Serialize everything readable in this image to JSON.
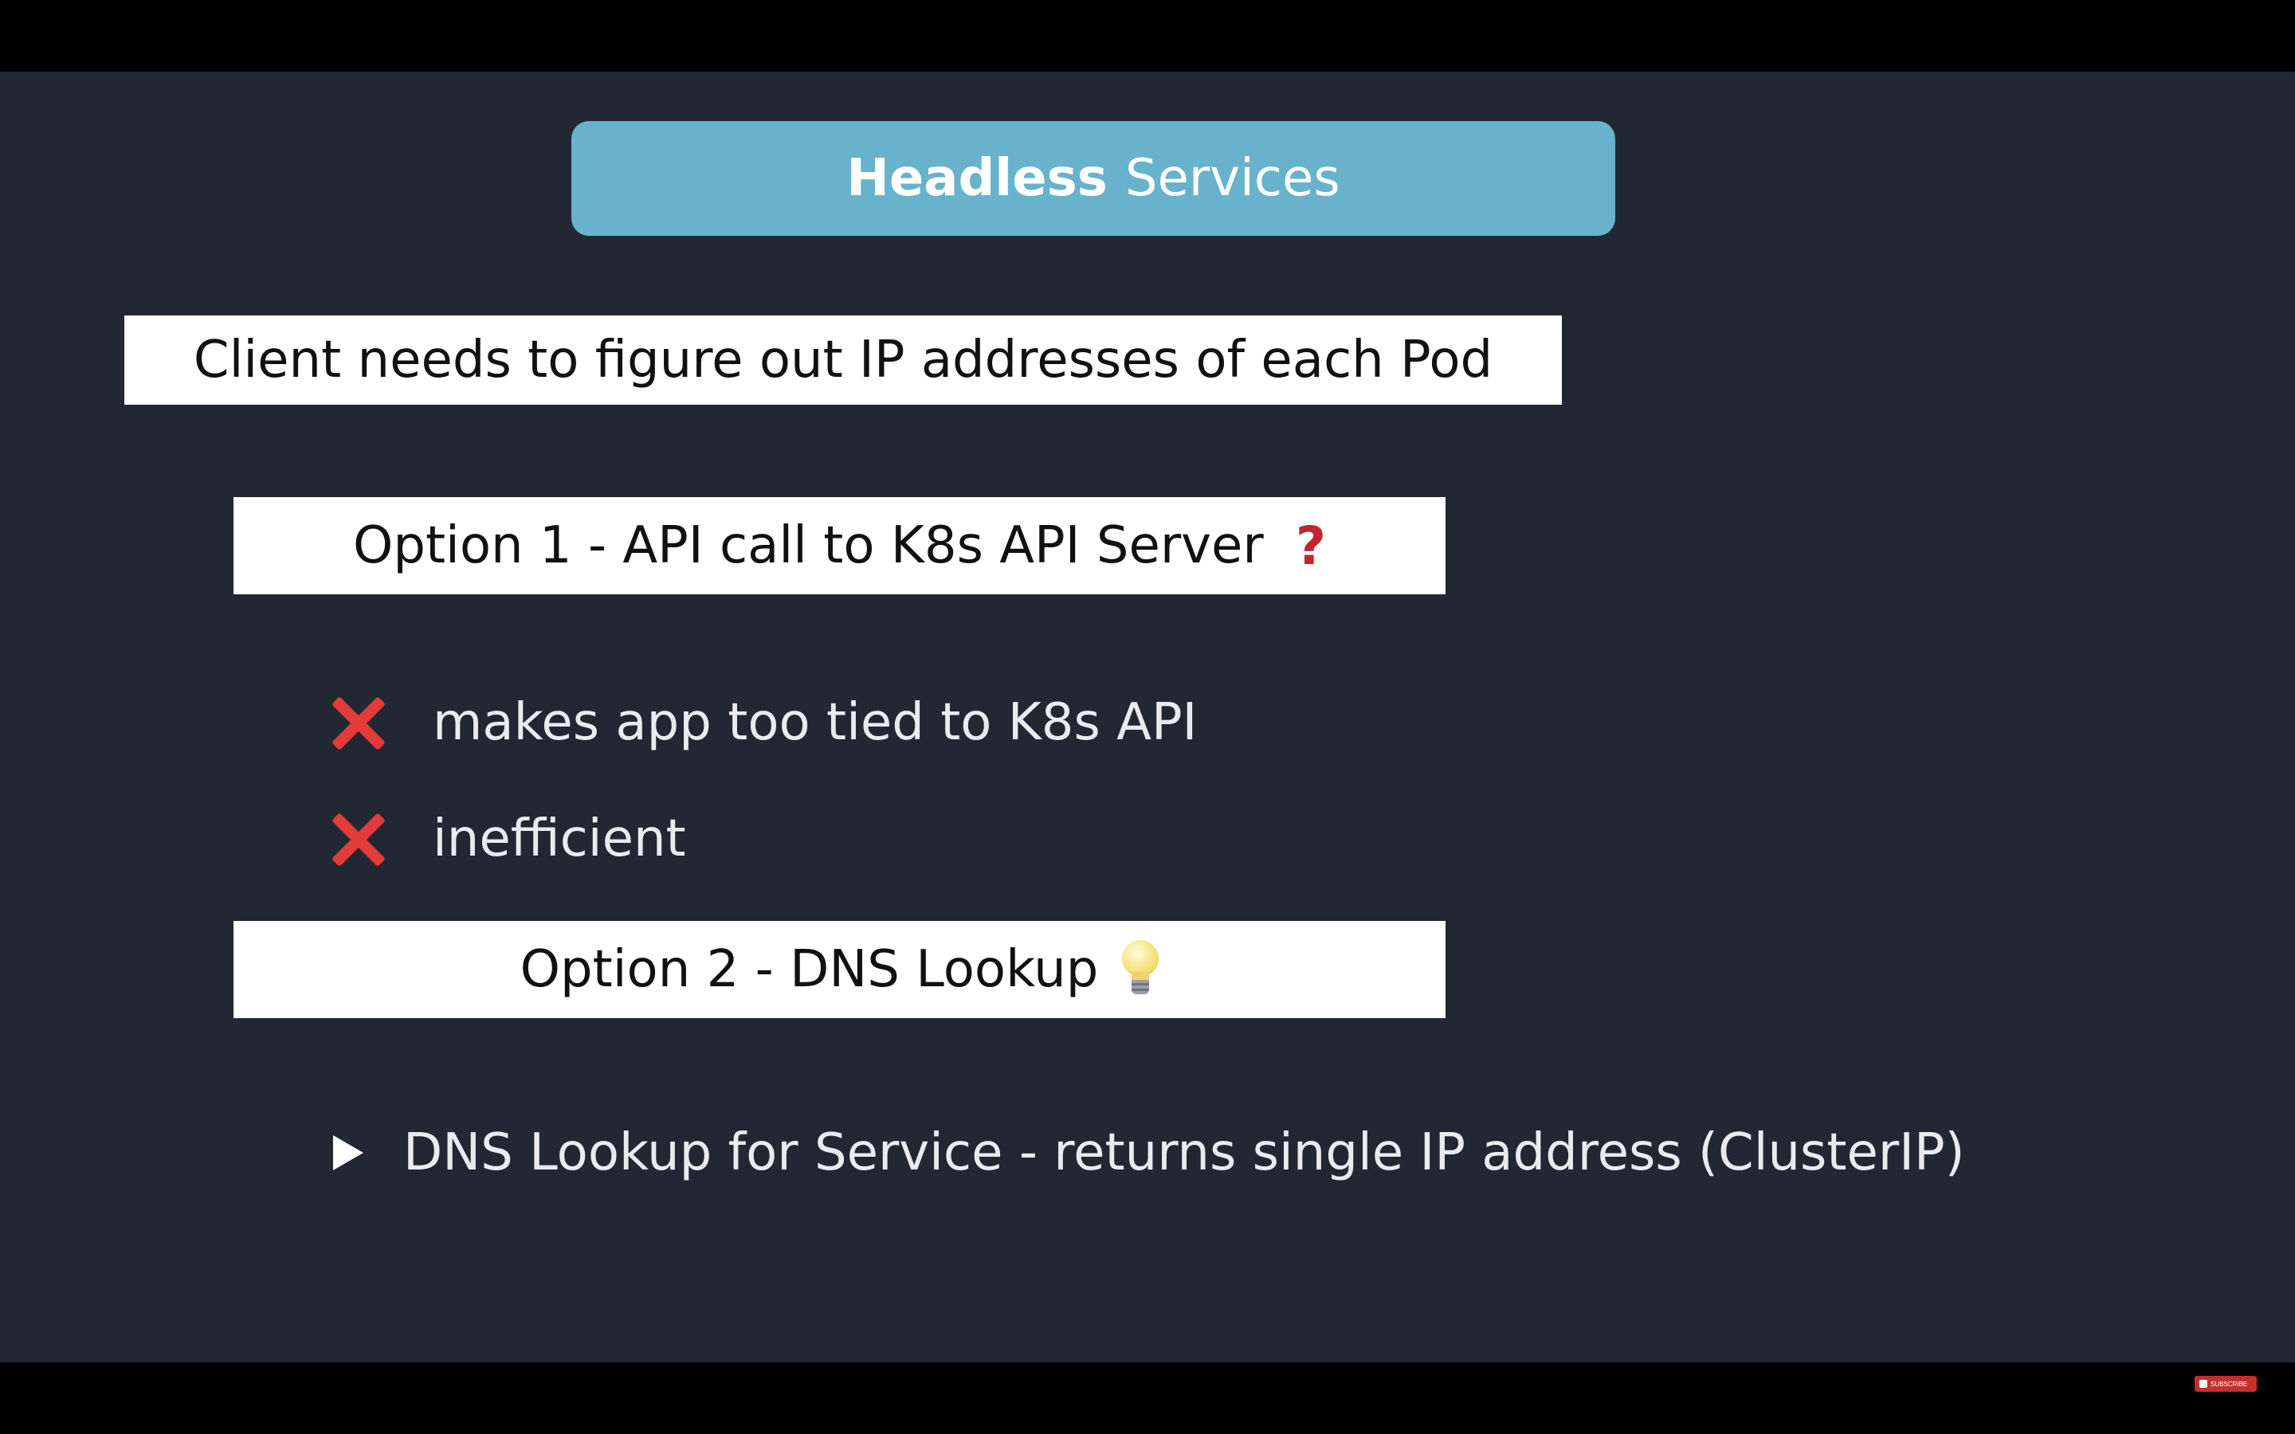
{
  "slide": {
    "title_bold": "Headless",
    "title_rest": "Services",
    "question": "Client needs to figure out IP addresses of each Pod",
    "option1": {
      "label": "Option 1 - API call to K8s API Server",
      "marker": "?"
    },
    "option1_points": [
      {
        "icon": "red-x-icon",
        "text": "makes app too tied to K8s API"
      },
      {
        "icon": "red-x-icon",
        "text": "inefficient"
      }
    ],
    "option2": {
      "label": "Option 2 - DNS Lookup",
      "icon": "lightbulb-icon"
    },
    "option2_points": [
      {
        "icon": "triangle-right-icon",
        "text": "DNS Lookup for Service - returns single IP address (ClusterIP)"
      }
    ]
  },
  "overlay": {
    "subscribe_label": "SUBSCRIBE"
  },
  "colors": {
    "background": "#222734",
    "title_box": "#69b2cb",
    "x_mark": "#e33b37",
    "question_mark": "#c0262d"
  }
}
